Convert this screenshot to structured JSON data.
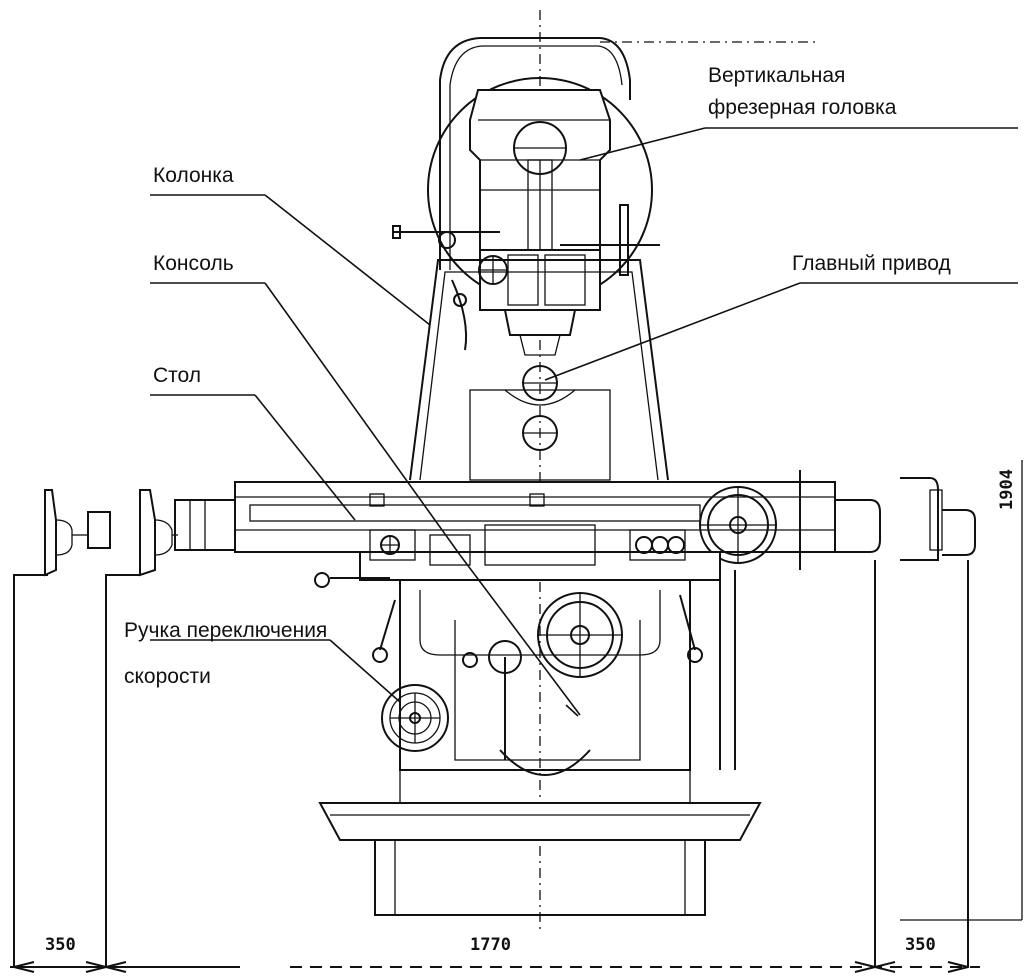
{
  "labels": {
    "vertical_head_line1": "Вертикальная",
    "vertical_head_line2": "фрезерная головка",
    "column": "Колонка",
    "console": "Консоль",
    "main_drive": "Главный привод",
    "table": "Стол",
    "speed_handle_line1": "Ручка переключения",
    "speed_handle_line2": "скорости"
  },
  "dimensions": {
    "left_extension": "350",
    "width_total": "1770",
    "right_extension": "350",
    "height_total": "1904"
  }
}
